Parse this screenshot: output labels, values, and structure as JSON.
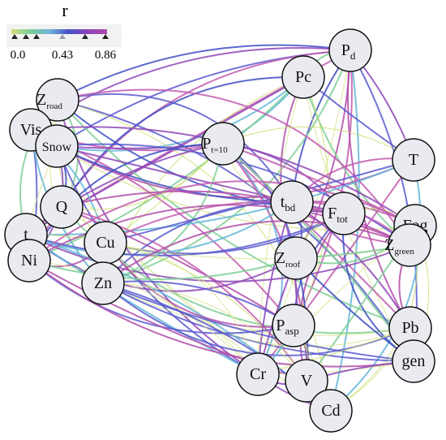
{
  "legend": {
    "title": "r",
    "min_label": "0.0",
    "mid_label": "0.43",
    "max_label": "0.86",
    "gradient": [
      "#cfe07a",
      "#7ccf9a",
      "#6fb3d6",
      "#4a4fc6",
      "#8b45b8",
      "#b04aa8"
    ]
  },
  "nodes": [
    {
      "id": "Pd",
      "label": "P",
      "sub": "d"
    },
    {
      "id": "Pc",
      "label": "Pc",
      "sub": ""
    },
    {
      "id": "Zroad",
      "label": "Z",
      "sub": "road"
    },
    {
      "id": "Vis",
      "label": "Vis",
      "sub": ""
    },
    {
      "id": "Snow",
      "label": "Snow",
      "sub": ""
    },
    {
      "id": "Pt10",
      "label": "P",
      "sub": "t=10"
    },
    {
      "id": "T",
      "label": "T",
      "sub": ""
    },
    {
      "id": "Q",
      "label": "Q",
      "sub": ""
    },
    {
      "id": "tbd",
      "label": "t",
      "sub": "bd"
    },
    {
      "id": "Ftot",
      "label": "F",
      "sub": "tot"
    },
    {
      "id": "Fog",
      "label": "Fog",
      "sub": ""
    },
    {
      "id": "t",
      "label": "t",
      "sub": ""
    },
    {
      "id": "Cu",
      "label": "Cu",
      "sub": ""
    },
    {
      "id": "Zgreen",
      "label": "Z",
      "sub": "green"
    },
    {
      "id": "Ni",
      "label": "Ni",
      "sub": ""
    },
    {
      "id": "Zroof",
      "label": "Z",
      "sub": "roof"
    },
    {
      "id": "Zn",
      "label": "Zn",
      "sub": ""
    },
    {
      "id": "Pasp",
      "label": "P",
      "sub": "asp"
    },
    {
      "id": "Pb",
      "label": "Pb",
      "sub": ""
    },
    {
      "id": "gen",
      "label": "gen",
      "sub": ""
    },
    {
      "id": "Cr",
      "label": "Cr",
      "sub": ""
    },
    {
      "id": "V",
      "label": "V",
      "sub": ""
    },
    {
      "id": "Cd",
      "label": "Cd",
      "sub": ""
    }
  ],
  "edge_colors": [
    "#c9dd6a",
    "#d7e48c",
    "#7fcf95",
    "#62b6d8",
    "#3f4fc4",
    "#5a5ad0",
    "#8f48b9",
    "#b24da9",
    "#c35bb2"
  ]
}
